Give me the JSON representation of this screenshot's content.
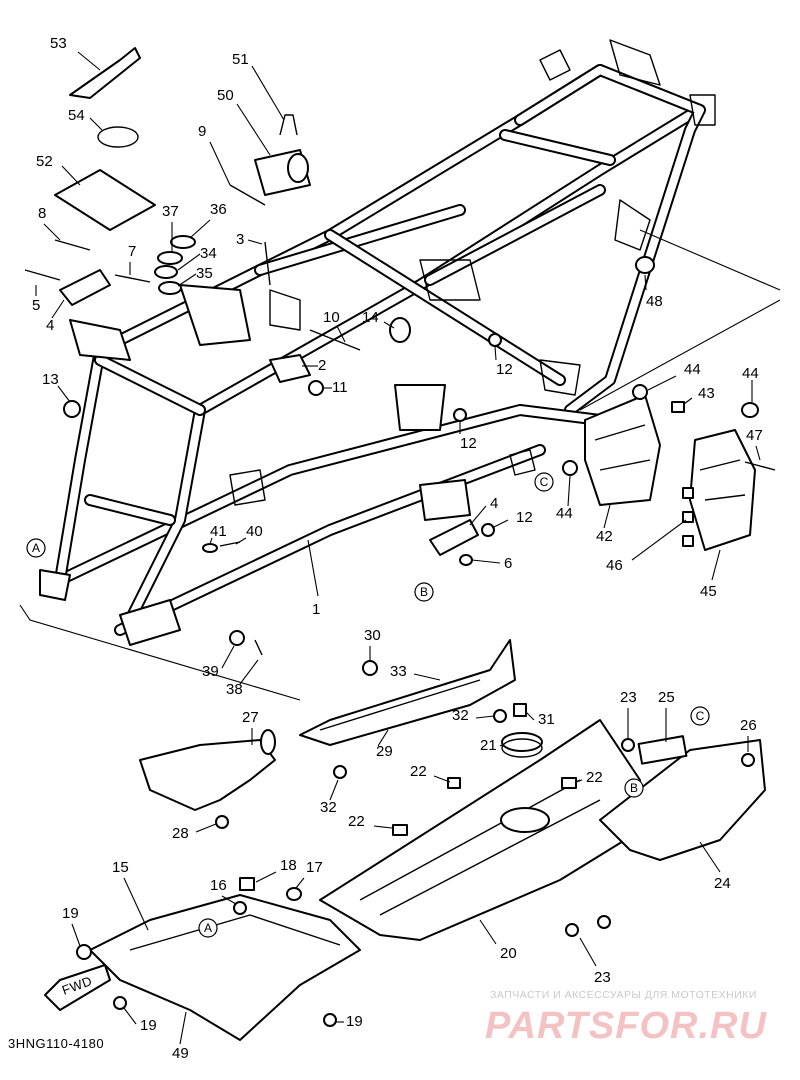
{
  "diagram_code": "3HNG110-4180",
  "fwd_label": "FWD",
  "callouts": [
    {
      "id": "c53",
      "label": "53"
    },
    {
      "id": "c54",
      "label": "54"
    },
    {
      "id": "c52",
      "label": "52"
    },
    {
      "id": "c51",
      "label": "51"
    },
    {
      "id": "c50",
      "label": "50"
    },
    {
      "id": "c9",
      "label": "9"
    },
    {
      "id": "c8",
      "label": "8"
    },
    {
      "id": "c37",
      "label": "37"
    },
    {
      "id": "c36",
      "label": "36"
    },
    {
      "id": "c34",
      "label": "34"
    },
    {
      "id": "c35",
      "label": "35"
    },
    {
      "id": "c3",
      "label": "3"
    },
    {
      "id": "c7",
      "label": "7"
    },
    {
      "id": "c5",
      "label": "5"
    },
    {
      "id": "c4a",
      "label": "4"
    },
    {
      "id": "c48",
      "label": "48"
    },
    {
      "id": "c14",
      "label": "14"
    },
    {
      "id": "c10",
      "label": "10"
    },
    {
      "id": "c2",
      "label": "2"
    },
    {
      "id": "c11",
      "label": "11"
    },
    {
      "id": "c12a",
      "label": "12"
    },
    {
      "id": "c13",
      "label": "13"
    },
    {
      "id": "c44a",
      "label": "44"
    },
    {
      "id": "c43",
      "label": "43"
    },
    {
      "id": "c44b",
      "label": "44"
    },
    {
      "id": "c12b",
      "label": "12"
    },
    {
      "id": "c47",
      "label": "47"
    },
    {
      "id": "c4b",
      "label": "4"
    },
    {
      "id": "c44c",
      "label": "44"
    },
    {
      "id": "c12c",
      "label": "12"
    },
    {
      "id": "c42",
      "label": "42"
    },
    {
      "id": "c41",
      "label": "41"
    },
    {
      "id": "c40",
      "label": "40"
    },
    {
      "id": "c6",
      "label": "6"
    },
    {
      "id": "c46",
      "label": "46"
    },
    {
      "id": "c45",
      "label": "45"
    },
    {
      "id": "c1",
      "label": "1"
    },
    {
      "id": "c30",
      "label": "30"
    },
    {
      "id": "c39",
      "label": "39"
    },
    {
      "id": "c38",
      "label": "38"
    },
    {
      "id": "c33",
      "label": "33"
    },
    {
      "id": "c27",
      "label": "27"
    },
    {
      "id": "c23a",
      "label": "23"
    },
    {
      "id": "c25",
      "label": "25"
    },
    {
      "id": "c32a",
      "label": "32"
    },
    {
      "id": "c31",
      "label": "31"
    },
    {
      "id": "c26",
      "label": "26"
    },
    {
      "id": "c29",
      "label": "29"
    },
    {
      "id": "c21",
      "label": "21"
    },
    {
      "id": "c22a",
      "label": "22"
    },
    {
      "id": "c22b",
      "label": "22"
    },
    {
      "id": "c32b",
      "label": "32"
    },
    {
      "id": "c22c",
      "label": "22"
    },
    {
      "id": "c28",
      "label": "28"
    },
    {
      "id": "c24",
      "label": "24"
    },
    {
      "id": "c15",
      "label": "15"
    },
    {
      "id": "c18",
      "label": "18"
    },
    {
      "id": "c16",
      "label": "16"
    },
    {
      "id": "c17",
      "label": "17"
    },
    {
      "id": "c19a",
      "label": "19"
    },
    {
      "id": "c20",
      "label": "20"
    },
    {
      "id": "c23b",
      "label": "23"
    },
    {
      "id": "c19b",
      "label": "19"
    },
    {
      "id": "c19c",
      "label": "19"
    },
    {
      "id": "c49",
      "label": "49"
    }
  ],
  "reference_markers": [
    {
      "id": "refA1",
      "label": "A"
    },
    {
      "id": "refB1",
      "label": "B"
    },
    {
      "id": "refC1",
      "label": "C"
    },
    {
      "id": "refA2",
      "label": "A"
    },
    {
      "id": "refB2",
      "label": "B"
    },
    {
      "id": "refC2",
      "label": "C"
    }
  ],
  "watermark": {
    "tagline": "ЗАПЧАСТИ И АКСЕССУАРЫ ДЛЯ МОТОТЕХНИКИ",
    "logo_text": "PARTSFOR.RU",
    "color": "#f4c2c2"
  }
}
